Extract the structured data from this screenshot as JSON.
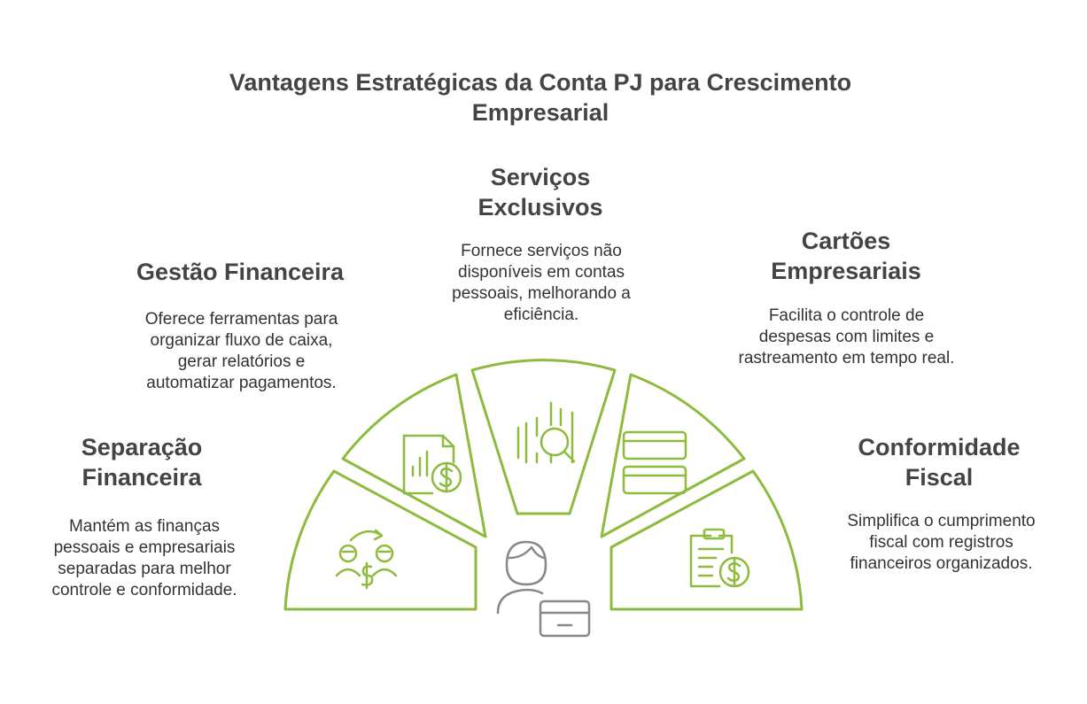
{
  "title": "Vantagens Estratégicas da Conta PJ para Crescimento Empresarial",
  "colors": {
    "accent": "#8dbb3d",
    "icon_gray": "#888888",
    "text": "#333333",
    "heading": "#444444"
  },
  "segments": [
    {
      "heading": "Separação Financeira",
      "description": "Mantém as finanças pessoais e empresariais separadas para melhor controle e conformidade.",
      "icon": "money-exchange-icon"
    },
    {
      "heading": "Gestão Financeira",
      "description": "Oferece ferramentas para organizar fluxo de caixa, gerar relatórios e automatizar pagamentos.",
      "icon": "financial-report-icon"
    },
    {
      "heading": "Serviços Exclusivos",
      "description": "Fornece serviços não disponíveis em contas pessoais, melhorando a eficiência.",
      "icon": "chart-search-icon"
    },
    {
      "heading": "Cartões Empresariais",
      "description": "Facilita o controle de despesas com limites e rastreamento em tempo real.",
      "icon": "credit-cards-icon"
    },
    {
      "heading": "Conformidade Fiscal",
      "description": "Simplifica o cumprimento fiscal com registros financeiros organizados.",
      "icon": "clipboard-money-icon"
    }
  ],
  "center_icon": "person-card-icon"
}
